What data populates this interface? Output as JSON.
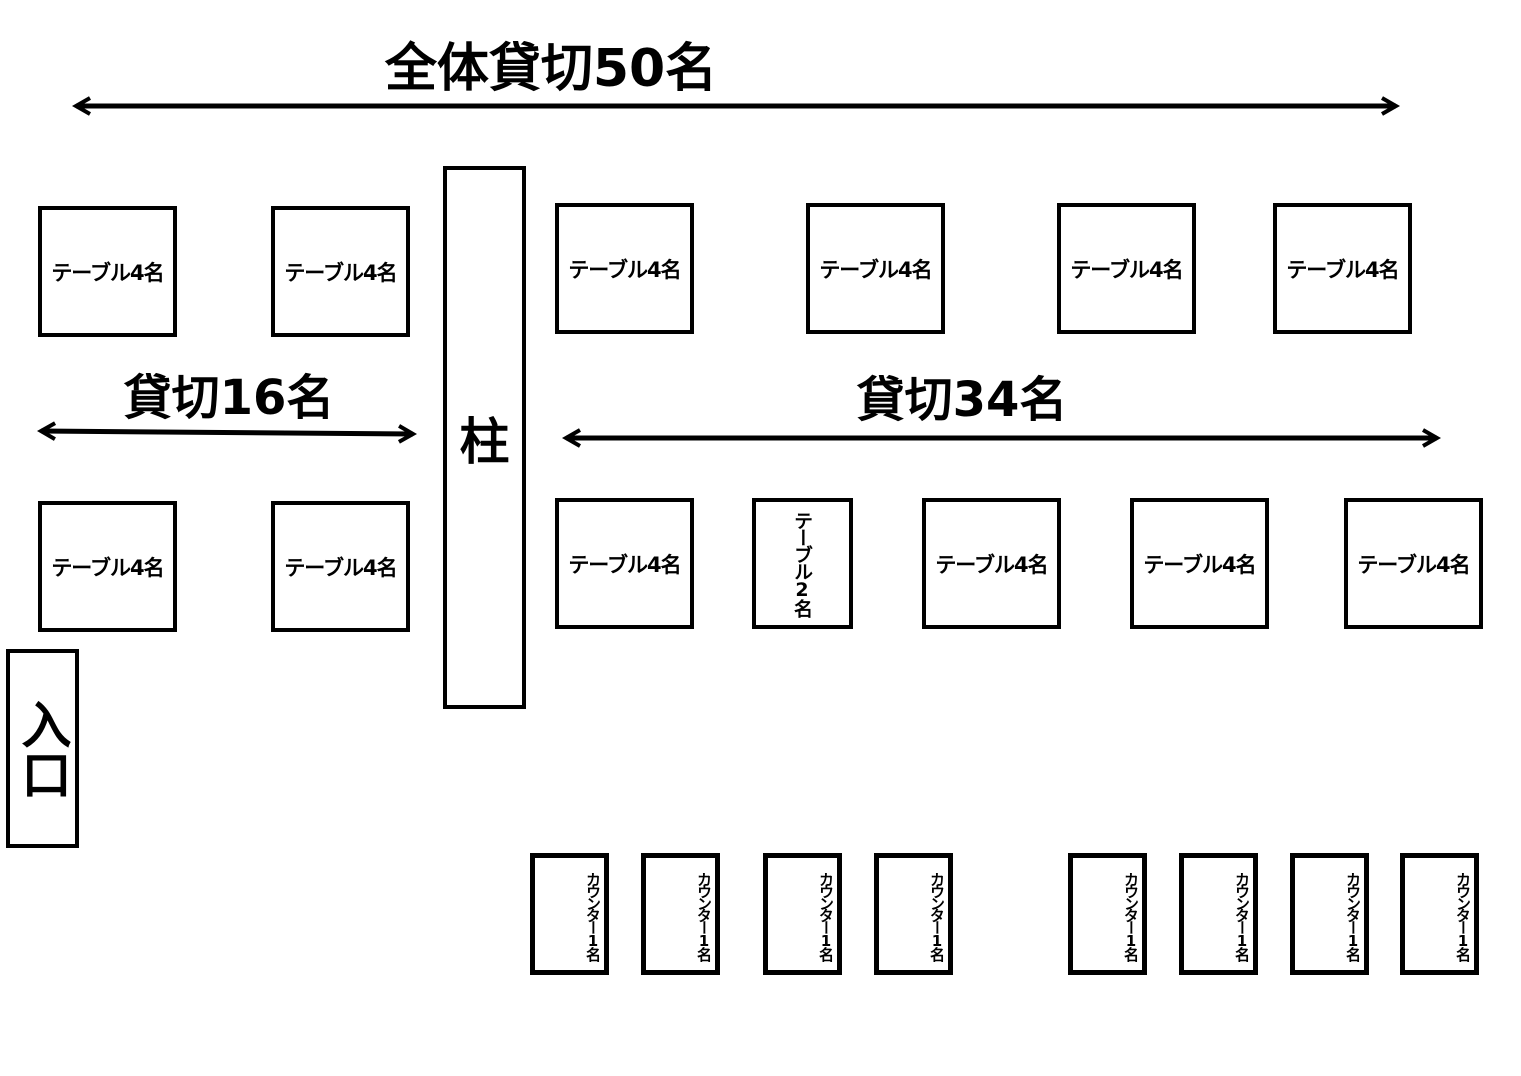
{
  "titles": {
    "total": "全体貸切50名",
    "left": "貸切16名",
    "right": "貸切34名"
  },
  "pillar": "柱",
  "entrance": "入口",
  "left_tables": [
    "テーブル4名",
    "テーブル4名",
    "テーブル4名",
    "テーブル4名"
  ],
  "right_top_tables": [
    "テーブル4名",
    "テーブル4名",
    "テーブル4名",
    "テーブル4名"
  ],
  "right_bottom_tables": [
    "テーブル4名",
    "テーブル2名",
    "テーブル4名",
    "テーブル4名",
    "テーブル4名"
  ],
  "counters": [
    "カウンター1名",
    "カウンター1名",
    "カウンター1名",
    "カウンター1名",
    "カウンター1名",
    "カウンター1名",
    "カウンター1名",
    "カウンター1名"
  ]
}
